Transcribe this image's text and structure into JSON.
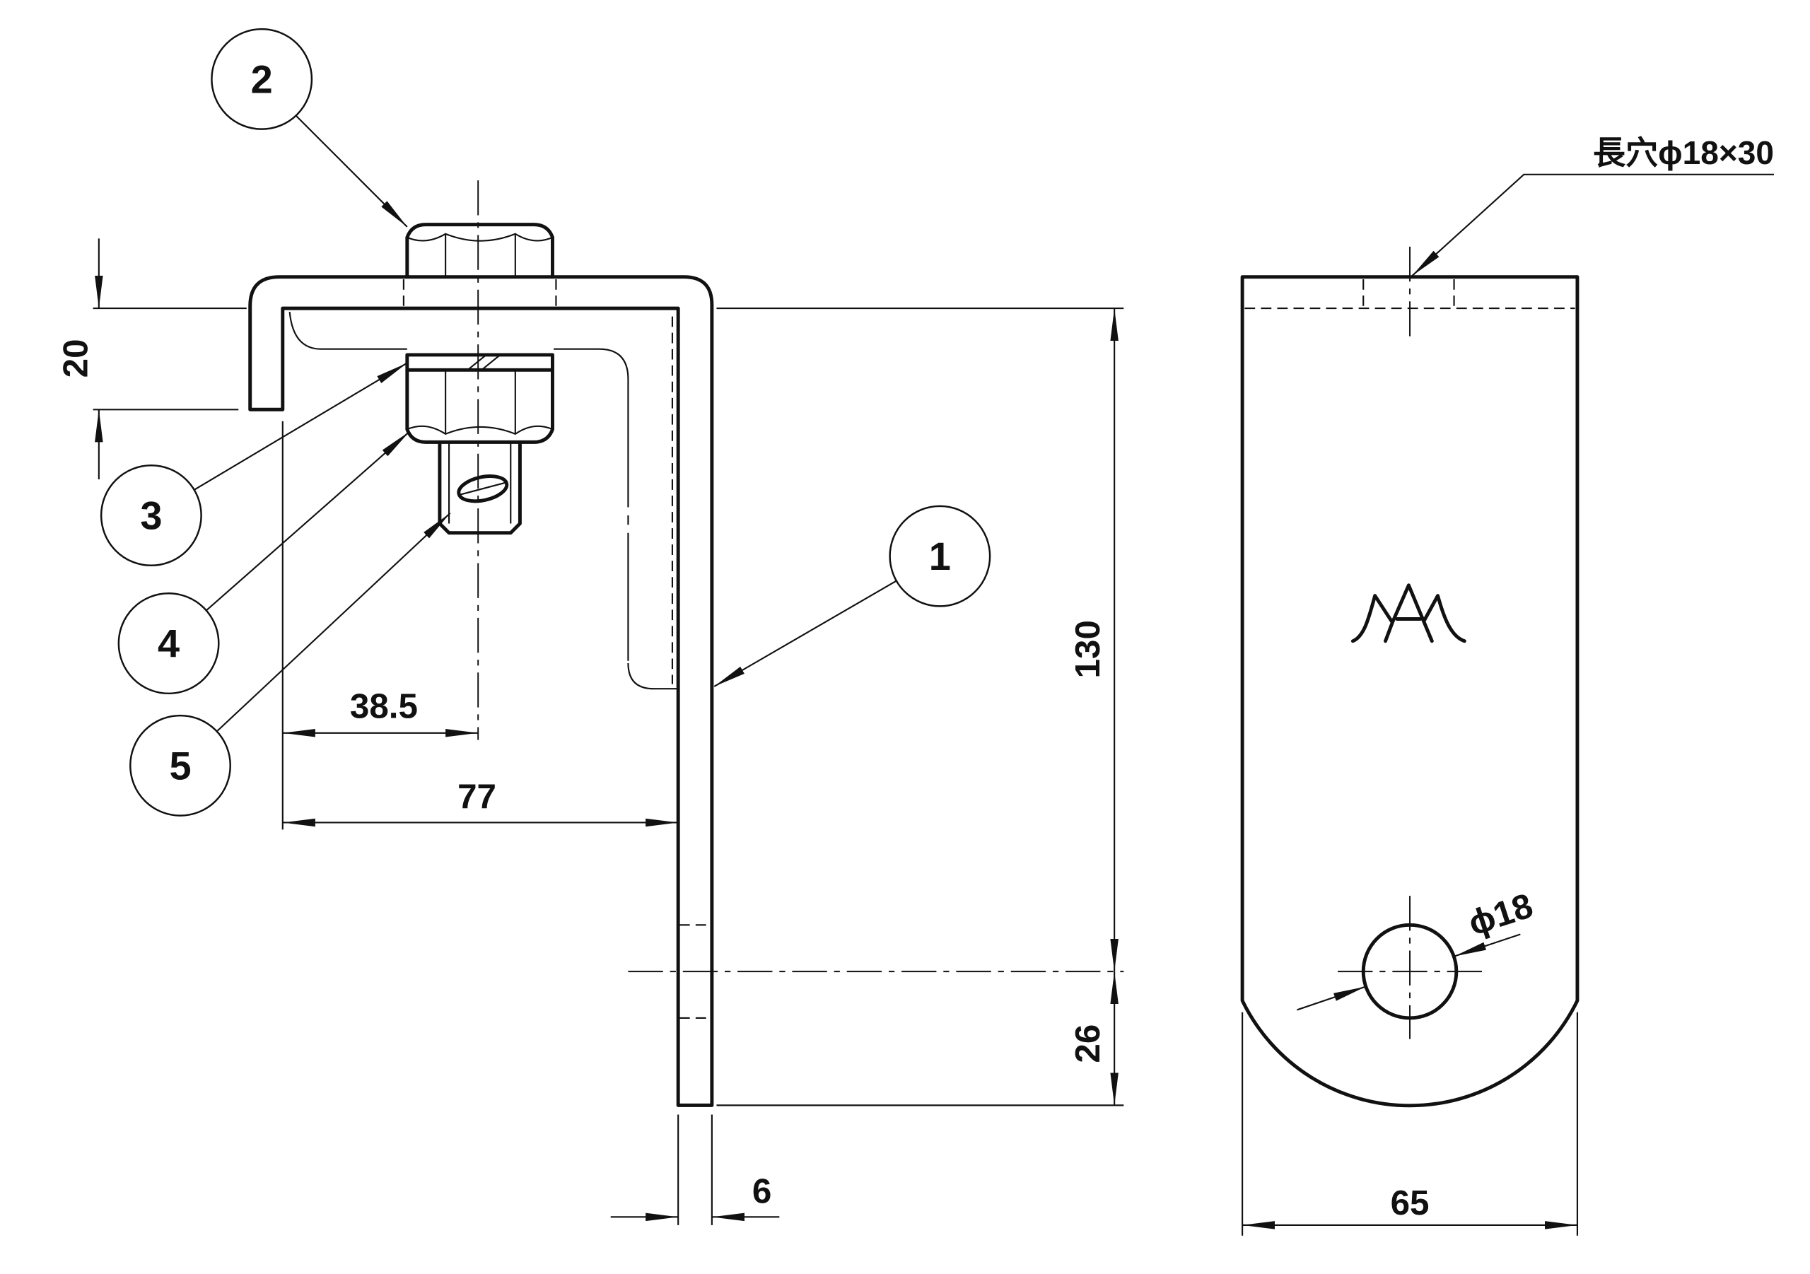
{
  "drawing": {
    "colors": {
      "ink": "#111111",
      "paper": "#ffffff"
    },
    "balloons": {
      "part_1": "1",
      "part_2": "2",
      "part_3": "3",
      "part_4": "4",
      "part_5": "5"
    },
    "side_view": {
      "lip_height": "20",
      "bolt_center": "38.5",
      "inner_width": "77",
      "hole_height": "130",
      "hole_to_end": "26",
      "thickness": "6"
    },
    "front_view": {
      "slot_note": "長穴ϕ18×30",
      "hole_diameter": "ϕ18",
      "width": "65",
      "logo_icon": "mountain-logo-icon"
    }
  }
}
